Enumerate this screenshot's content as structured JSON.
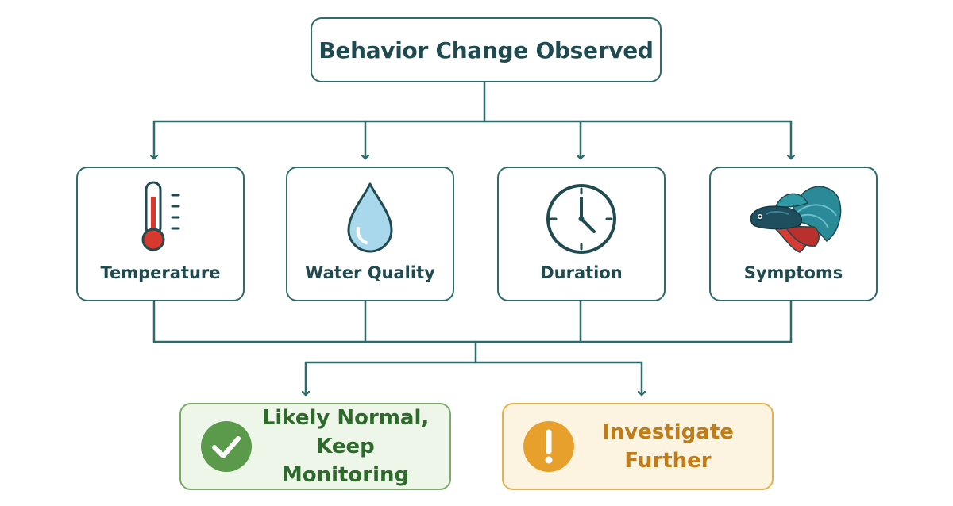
{
  "root": {
    "label": "Behavior Change Observed"
  },
  "factors": [
    {
      "label": "Temperature",
      "icon": "thermometer-icon"
    },
    {
      "label": "Water Quality",
      "icon": "water-drop-icon"
    },
    {
      "label": "Duration",
      "icon": "clock-icon"
    },
    {
      "label": "Symptoms",
      "icon": "betta-fish-icon"
    }
  ],
  "outcomes": {
    "normal": {
      "line1": "Likely Normal,",
      "line2": "Keep Monitoring",
      "icon": "checkmark-icon"
    },
    "investigate": {
      "line1": "Investigate",
      "line2": "Further",
      "icon": "exclamation-icon"
    }
  },
  "colors": {
    "connector": "#2e6b6c",
    "text": "#1f4a4f",
    "normal": "#5b9a4a",
    "investigate": "#e8a02c"
  }
}
